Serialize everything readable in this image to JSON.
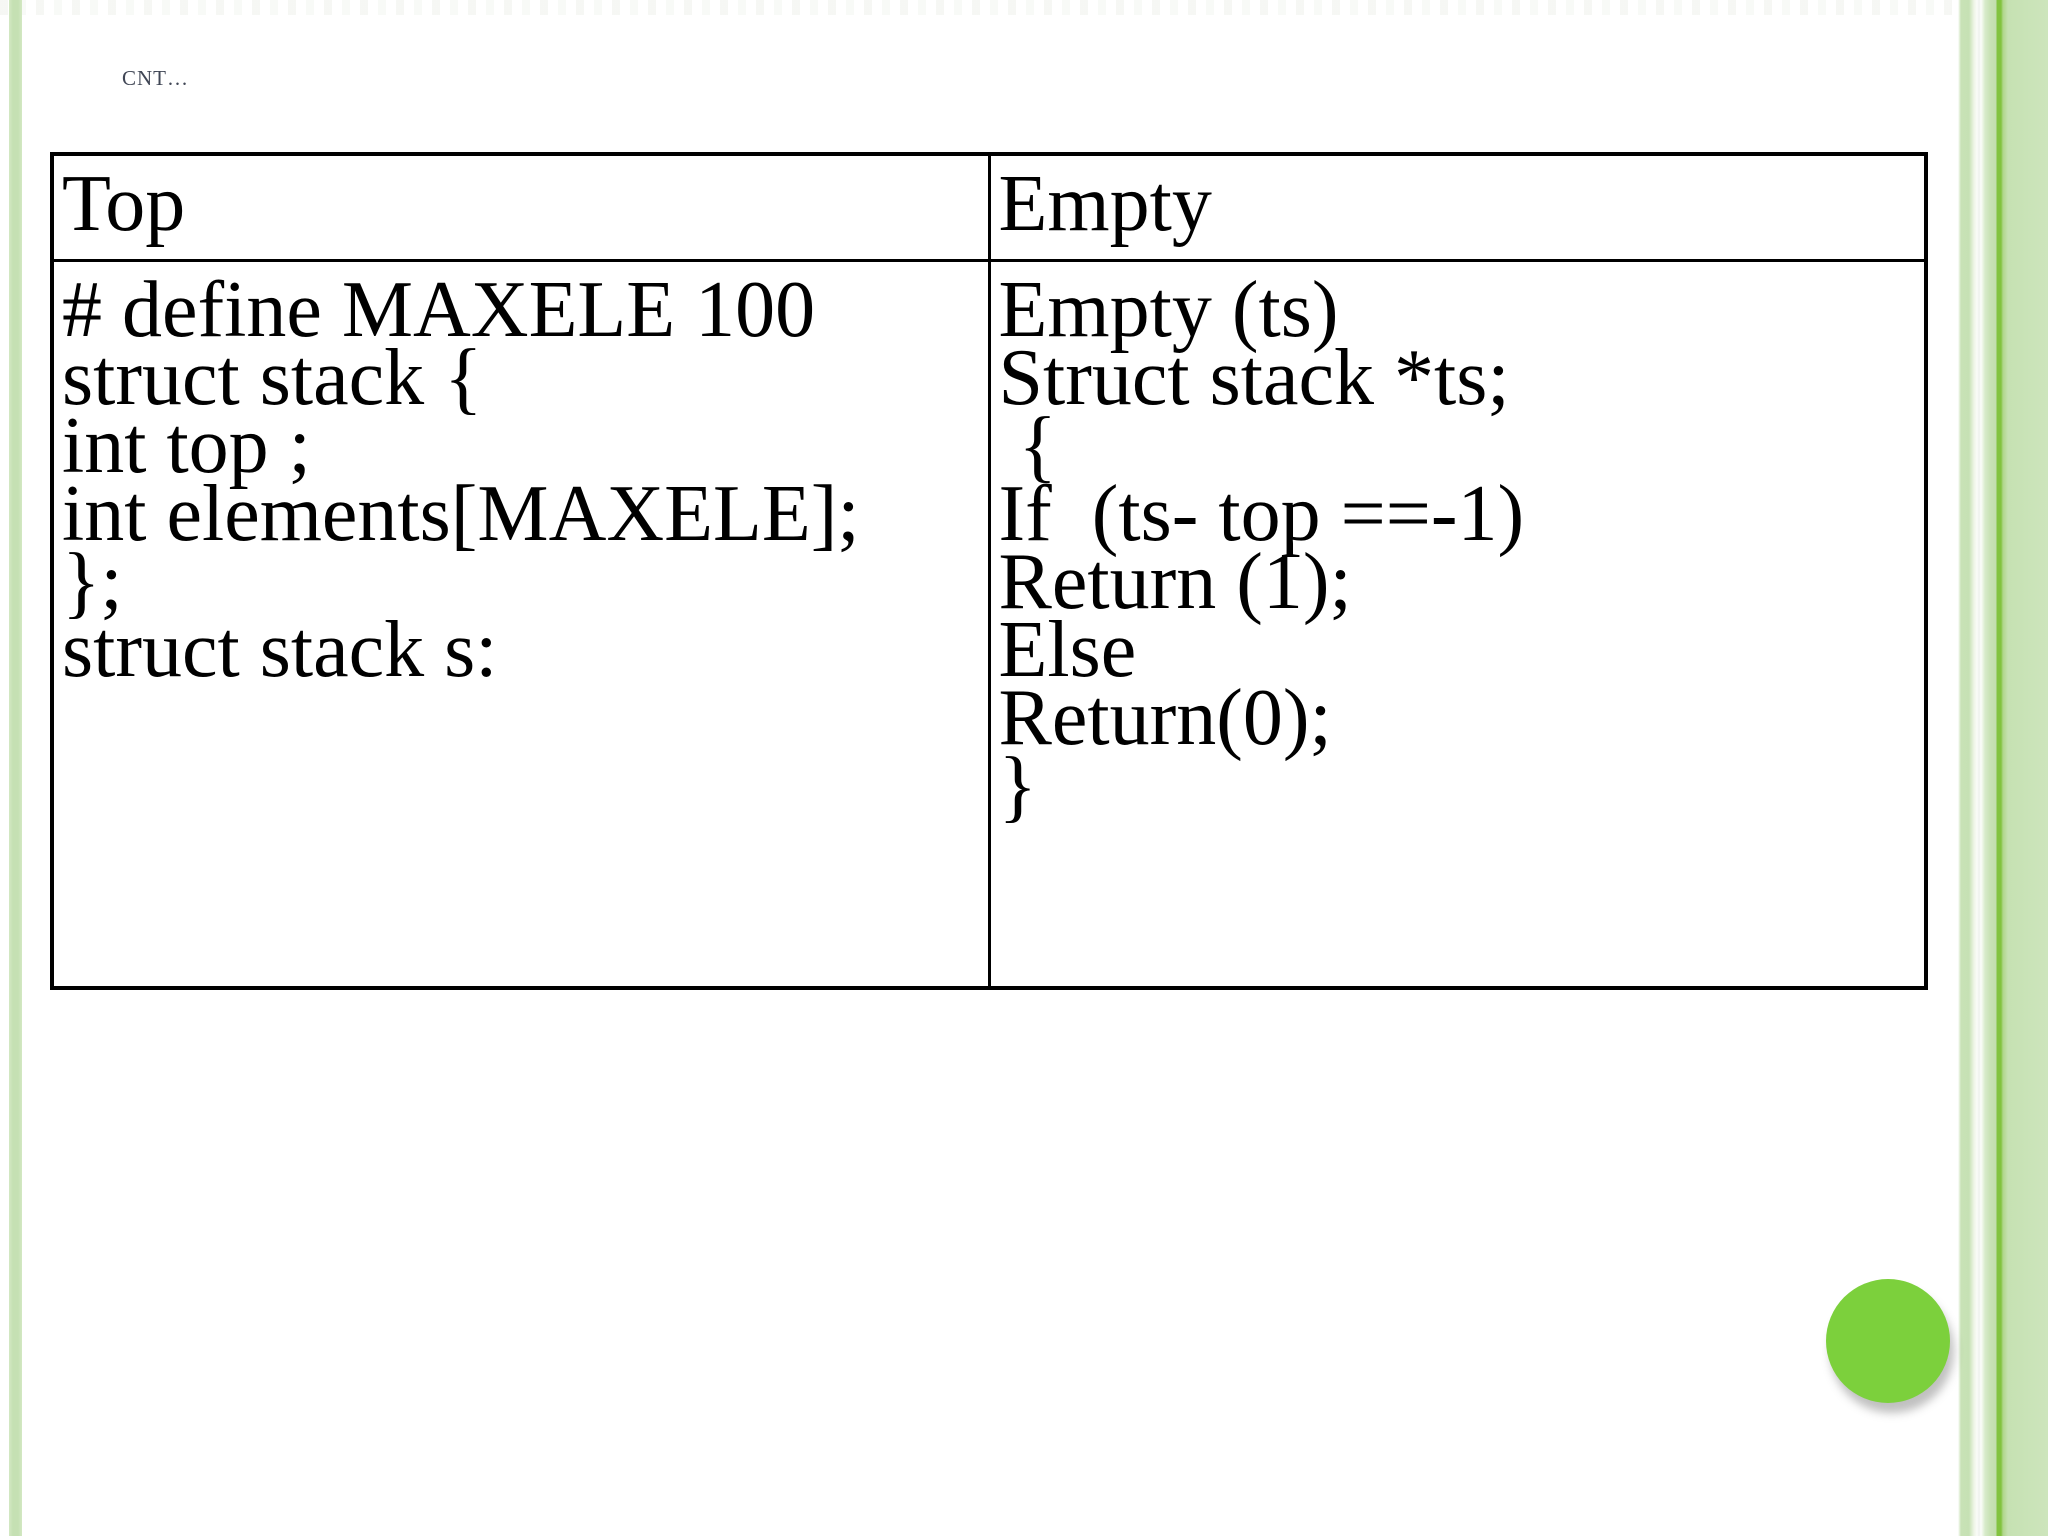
{
  "title": {
    "text": "CNT…"
  },
  "table": {
    "columns": [
      {
        "header": "Top",
        "lines": [
          "# define MAXELE 100",
          "struct stack {",
          "int top ;",
          "int elements[MAXELE];",
          "};",
          "struct stack s:"
        ]
      },
      {
        "header": "Empty",
        "lines": [
          "Empty (ts)",
          "Struct stack *ts;",
          " {",
          "If  (ts- top ==-1)",
          "Return (1);",
          "Else",
          "Return(0);",
          "}"
        ]
      }
    ]
  },
  "decor": {
    "accent_circle_color": "#7cd03c",
    "left_stripe_color": "#c5e0b3",
    "right_band_light_green": "#c8e2b6",
    "right_band_bright_green_rule": "#82c33f",
    "title_color": "#404655",
    "table_border_color": "#000000",
    "background_color": "#ffffff"
  }
}
